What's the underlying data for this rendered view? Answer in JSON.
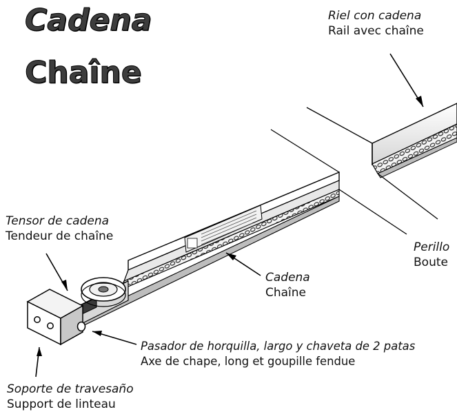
{
  "title": {
    "es": "Cadena",
    "fr": "Chaîne"
  },
  "labels": {
    "rail": {
      "es": "Riel con cadena",
      "fr": "Rail avec chaîne"
    },
    "tensioner": {
      "es": "Tensor de cadena",
      "fr": "Tendeur de chaîne"
    },
    "chain": {
      "es": "Cadena",
      "fr": "Chaîne"
    },
    "pin": {
      "es": "Pasador de horquilla, largo y chaveta de 2 patas",
      "fr": "Axe de chape, long et goupille fendue"
    },
    "bracket": {
      "es": "Soporte de travesaño",
      "fr": "Support de linteau"
    },
    "nut": {
      "es": "Perillo",
      "fr": "Boute"
    }
  }
}
